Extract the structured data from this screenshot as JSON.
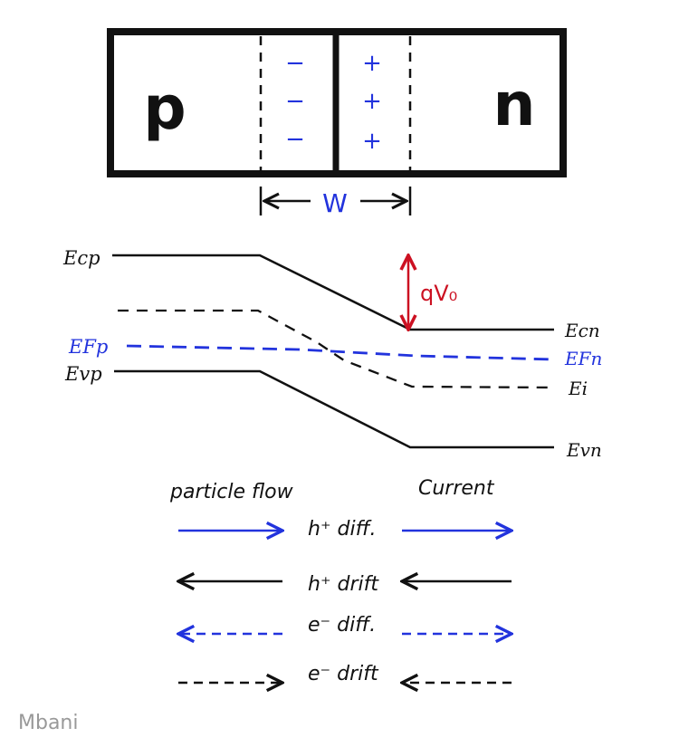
{
  "junction": {
    "p_label": "p",
    "n_label": "n",
    "neg_charges": [
      "−",
      "−",
      "−"
    ],
    "pos_charges": [
      "+",
      "+",
      "+"
    ],
    "width_label": "W"
  },
  "bands": {
    "ecp": "Ecp",
    "ecn": "Ecn",
    "efp": "EFp",
    "efn": "EFn",
    "evp": "Evp",
    "evn": "Evn",
    "ei": "Ei",
    "barrier": "qV₀"
  },
  "flow": {
    "particle_header": "particle flow",
    "current_header": "Current",
    "rows": [
      {
        "label": "h⁺ diff.",
        "style": "solid",
        "color": "blue",
        "particle_dir": "right",
        "current_dir": "right"
      },
      {
        "label": "h⁺ drift",
        "style": "solid",
        "color": "black",
        "particle_dir": "left",
        "current_dir": "left"
      },
      {
        "label": "e⁻ diff.",
        "style": "dashed",
        "color": "blue",
        "particle_dir": "left",
        "current_dir": "right"
      },
      {
        "label": "e⁻ drift",
        "style": "dashed",
        "color": "black",
        "particle_dir": "right",
        "current_dir": "left"
      }
    ]
  },
  "signature": "Mbani",
  "colors": {
    "ink": "#111111",
    "blue": "#2233dd",
    "red": "#cc1122",
    "signature": "#999999"
  }
}
